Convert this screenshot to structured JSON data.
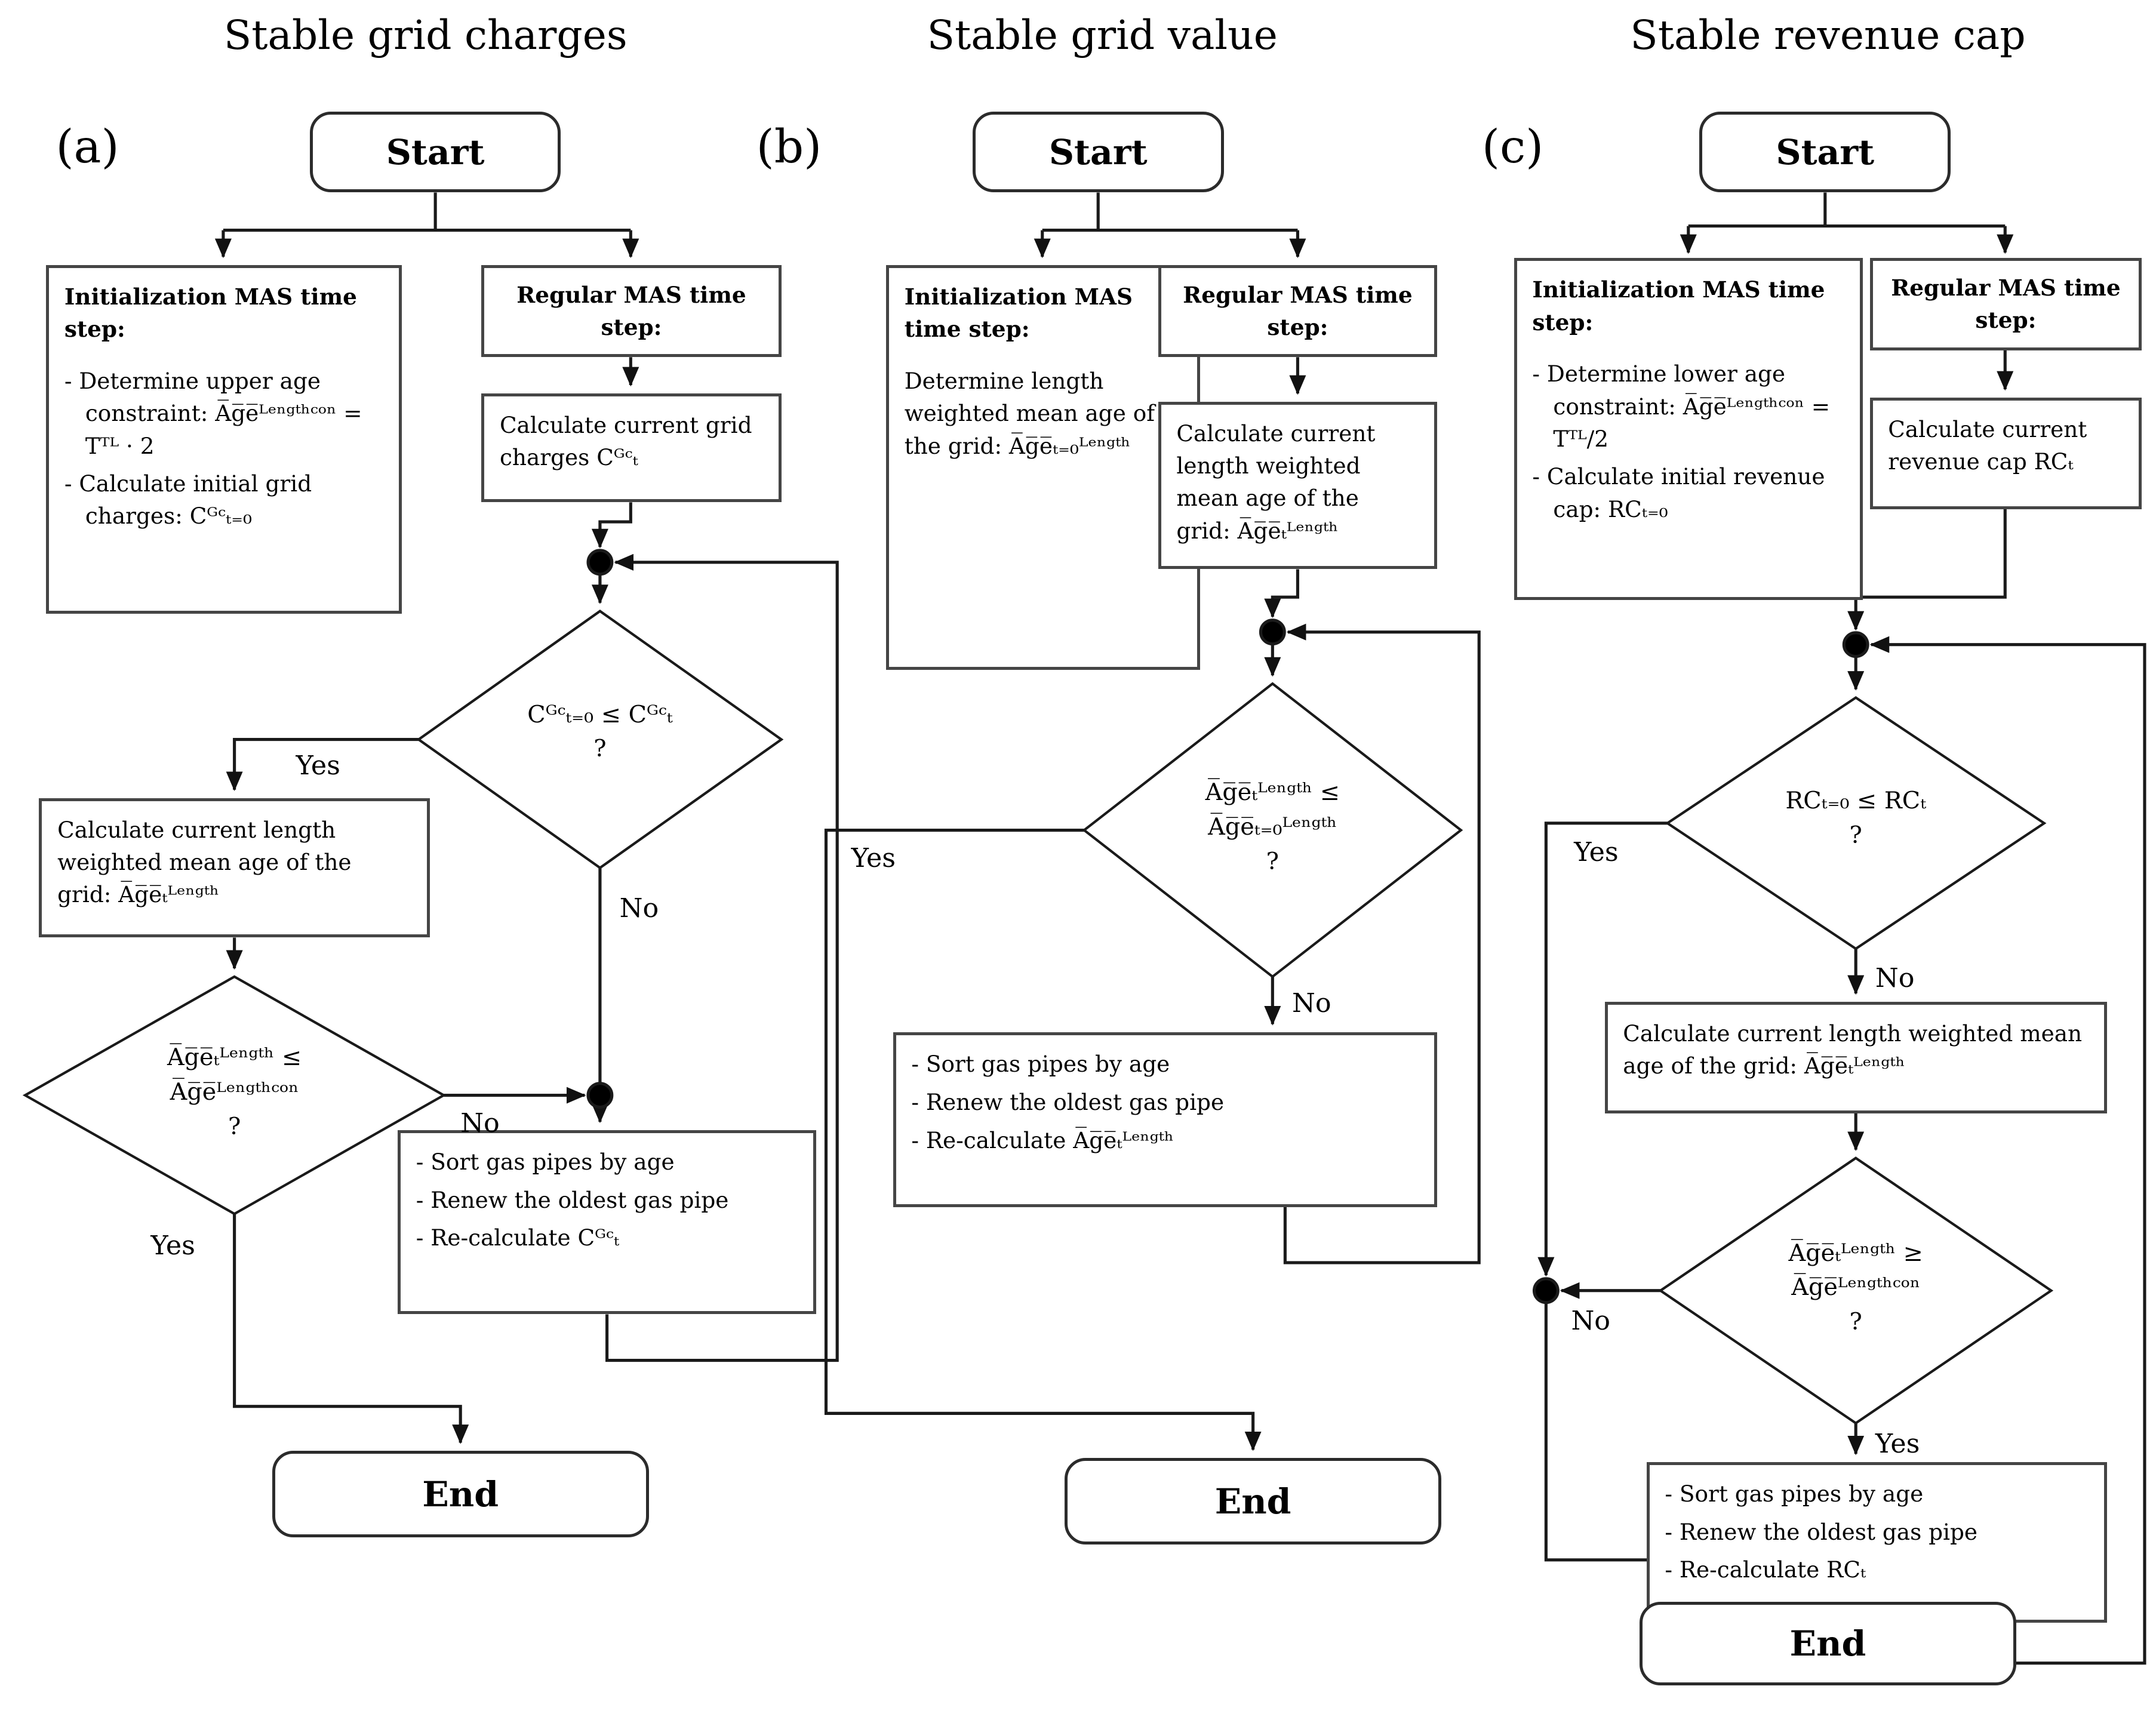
{
  "columns": {
    "a": {
      "panel_label": "(a)",
      "title": "Stable grid charges",
      "start": "Start",
      "end": "End",
      "init_header": "Initialization MAS time step:",
      "init_item1": "-  Determine upper age constraint: A̅g̅e̅ᴸᵉⁿᵍᵗʰᶜᵒⁿ = Tᵀᴸ · 2",
      "init_item2": "- Calculate initial grid charges: Cᴳᶜₜ₌₀",
      "regular_header": "Regular MAS time step:",
      "calc_box": "Calculate current grid charges Cᴳᶜₜ",
      "decision1": "Cᴳᶜₜ₌₀ ≤ Cᴳᶜₜ\n?",
      "decision1_yes": "Yes",
      "decision1_no": "No",
      "calc_length_box": "Calculate current length weighted mean age of the grid: A̅g̅e̅ₜᴸᵉⁿᵍᵗʰ",
      "decision2": "A̅g̅e̅ₜᴸᵉⁿᵍᵗʰ ≤\nA̅g̅e̅ᴸᵉⁿᵍᵗʰᶜᵒⁿ\n?",
      "decision2_no": "No",
      "decision2_yes": "Yes",
      "sort_item1": "- Sort gas pipes by age",
      "sort_item2": "- Renew the oldest gas pipe",
      "sort_item3": "- Re-calculate Cᴳᶜₜ"
    },
    "b": {
      "panel_label": "(b)",
      "title": "Stable grid value",
      "start": "Start",
      "end": "End",
      "init_header": "Initialization MAS time step:",
      "init_body": "Determine length weighted mean age of the grid: A̅g̅e̅ₜ₌₀ᴸᵉⁿᵍᵗʰ",
      "regular_header": "Regular MAS time step:",
      "calc_box": "Calculate current length weighted mean age of the grid: A̅g̅e̅ₜᴸᵉⁿᵍᵗʰ",
      "decision1": "A̅g̅e̅ₜᴸᵉⁿᵍᵗʰ ≤\nA̅g̅e̅ₜ₌₀ᴸᵉⁿᵍᵗʰ\n?",
      "decision1_yes": "Yes",
      "decision1_no": "No",
      "sort_item1": "- Sort gas pipes by age",
      "sort_item2": "- Renew the oldest gas pipe",
      "sort_item3": "- Re-calculate A̅g̅e̅ₜᴸᵉⁿᵍᵗʰ"
    },
    "c": {
      "panel_label": "(c)",
      "title": "Stable revenue cap",
      "start": "Start",
      "end": "End",
      "init_header": "Initialization MAS time step:",
      "init_item1": "-  Determine lower age constraint: A̅g̅e̅ᴸᵉⁿᵍᵗʰᶜᵒⁿ = Tᵀᴸ/2",
      "init_item2": "- Calculate initial revenue cap: RCₜ₌₀",
      "regular_header": "Regular MAS time step:",
      "calc_box": "Calculate current revenue cap RCₜ",
      "decision1": "RCₜ₌₀ ≤ RCₜ\n?",
      "decision1_yes": "Yes",
      "decision1_no": "No",
      "calc_length_box": "Calculate current length weighted mean age of the grid: A̅g̅e̅ₜᴸᵉⁿᵍᵗʰ",
      "decision2": "A̅g̅e̅ₜᴸᵉⁿᵍᵗʰ ≥\nA̅g̅e̅ᴸᵉⁿᵍᵗʰᶜᵒⁿ\n?",
      "decision2_no": "No",
      "decision2_yes": "Yes",
      "sort_item1": "- Sort gas pipes by age",
      "sort_item2": "- Renew the oldest gas pipe",
      "sort_item3": "- Re-calculate RCₜ"
    }
  }
}
